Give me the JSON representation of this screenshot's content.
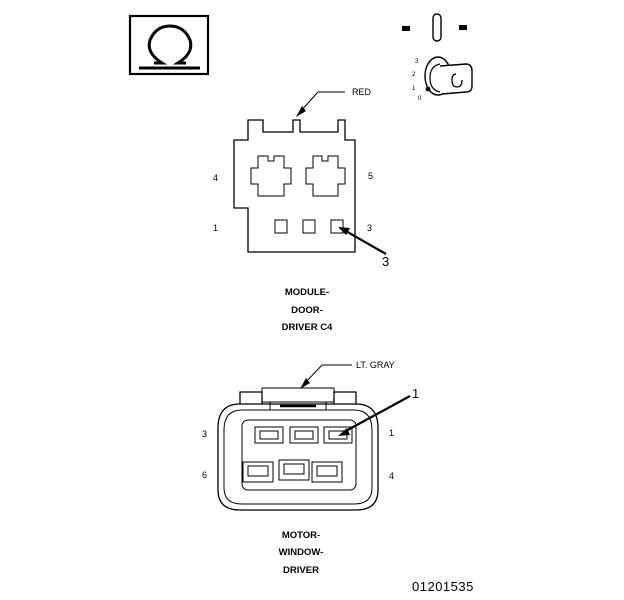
{
  "ohm_symbol": "Ω",
  "connector_c4": {
    "wire_color": "RED",
    "pin_labels": {
      "p4": "4",
      "p5": "5",
      "p1": "1",
      "p3": "3"
    },
    "callout": "3",
    "caption": [
      "MODULE-",
      "DOOR-",
      "DRIVER C4"
    ]
  },
  "connector_motor": {
    "wire_color": "LT. GRAY",
    "pin_labels": {
      "p3": "3",
      "p1": "1",
      "p6": "6",
      "p4": "4"
    },
    "callout": "1",
    "caption": [
      "MOTOR-",
      "WINDOW-",
      "DRIVER"
    ]
  },
  "ignition_key": {
    "positions": [
      "3",
      "2",
      "1",
      "0"
    ]
  },
  "figure_number": "01201535"
}
